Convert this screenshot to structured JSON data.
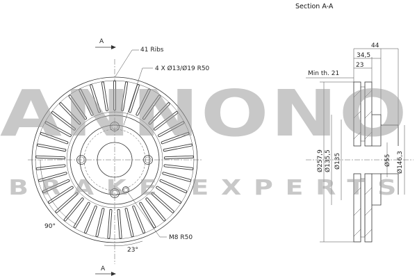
{
  "section_title": "Section A-A",
  "section_marker": "A",
  "front_view": {
    "rib_count": 41,
    "ribs_label": "41 Ribs",
    "holes_label": "4 X Ø13/Ø19   R50",
    "bolt_hole_count": 4,
    "thread_label": "M8   R50",
    "angle_label": "90°",
    "rib_angle_label": "23°"
  },
  "section_view": {
    "min_thickness_label": "Min th. 21",
    "width_labels": [
      "44",
      "34,5",
      "23"
    ],
    "diameter_labels_left": [
      "Ø257,9",
      "Ø135,5",
      "Ø135"
    ],
    "diameter_labels_right": [
      "Ø55",
      "Ø146,3"
    ]
  },
  "watermark": {
    "brand": "ANNONO",
    "tagline": "BRAKE EXPERTS"
  }
}
